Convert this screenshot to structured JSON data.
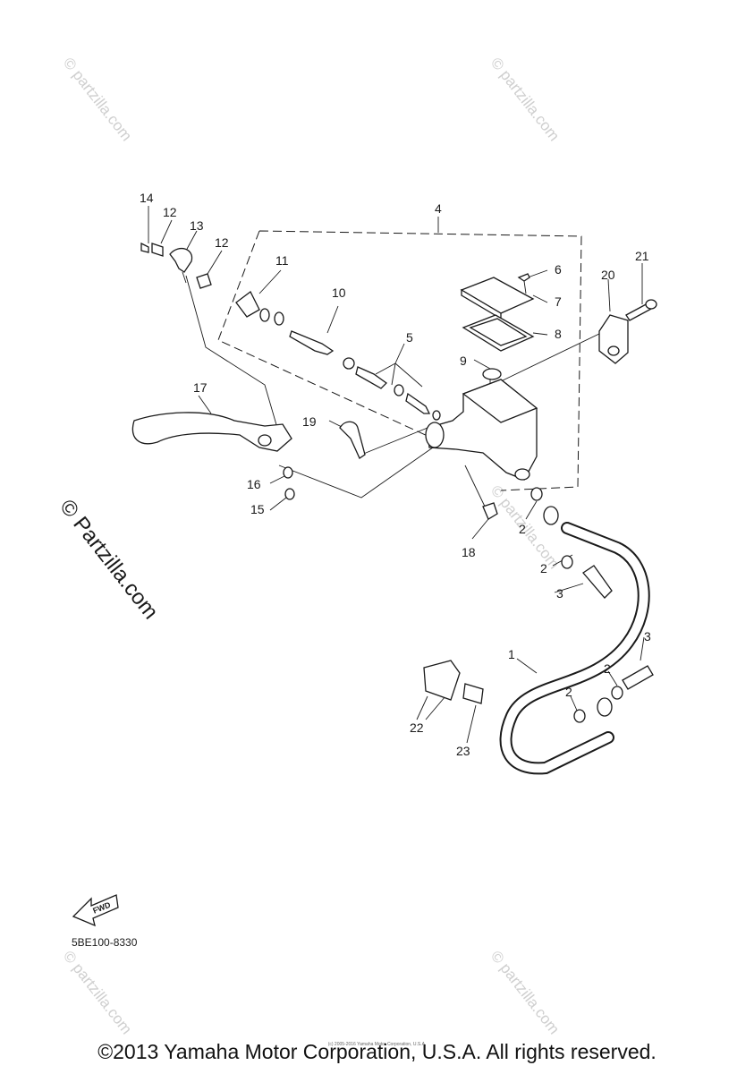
{
  "watermarks": {
    "small": "© partzilla.com",
    "large": "© Partzilla.com"
  },
  "callouts": [
    {
      "id": "c1",
      "label": "1"
    },
    {
      "id": "c2a",
      "label": "2"
    },
    {
      "id": "c2b",
      "label": "2"
    },
    {
      "id": "c2c",
      "label": "2"
    },
    {
      "id": "c2d",
      "label": "2"
    },
    {
      "id": "c3a",
      "label": "3"
    },
    {
      "id": "c3b",
      "label": "3"
    },
    {
      "id": "c4",
      "label": "4"
    },
    {
      "id": "c5",
      "label": "5"
    },
    {
      "id": "c6",
      "label": "6"
    },
    {
      "id": "c7",
      "label": "7"
    },
    {
      "id": "c8",
      "label": "8"
    },
    {
      "id": "c9",
      "label": "9"
    },
    {
      "id": "c10",
      "label": "10"
    },
    {
      "id": "c11",
      "label": "11"
    },
    {
      "id": "c12a",
      "label": "12"
    },
    {
      "id": "c12b",
      "label": "12"
    },
    {
      "id": "c13",
      "label": "13"
    },
    {
      "id": "c14",
      "label": "14"
    },
    {
      "id": "c15",
      "label": "15"
    },
    {
      "id": "c16",
      "label": "16"
    },
    {
      "id": "c17",
      "label": "17"
    },
    {
      "id": "c18",
      "label": "18"
    },
    {
      "id": "c19",
      "label": "19"
    },
    {
      "id": "c20",
      "label": "20"
    },
    {
      "id": "c21",
      "label": "21"
    },
    {
      "id": "c22",
      "label": "22"
    },
    {
      "id": "c23",
      "label": "23"
    }
  ],
  "fwd_label": "FWD",
  "diagram_code": "5BE100-8330",
  "copyright_small": "(c) 2005-2016 Yamaha Motor Corporation, U.S.A.",
  "copyright": "©2013 Yamaha Motor Corporation, U.S.A. All rights reserved."
}
